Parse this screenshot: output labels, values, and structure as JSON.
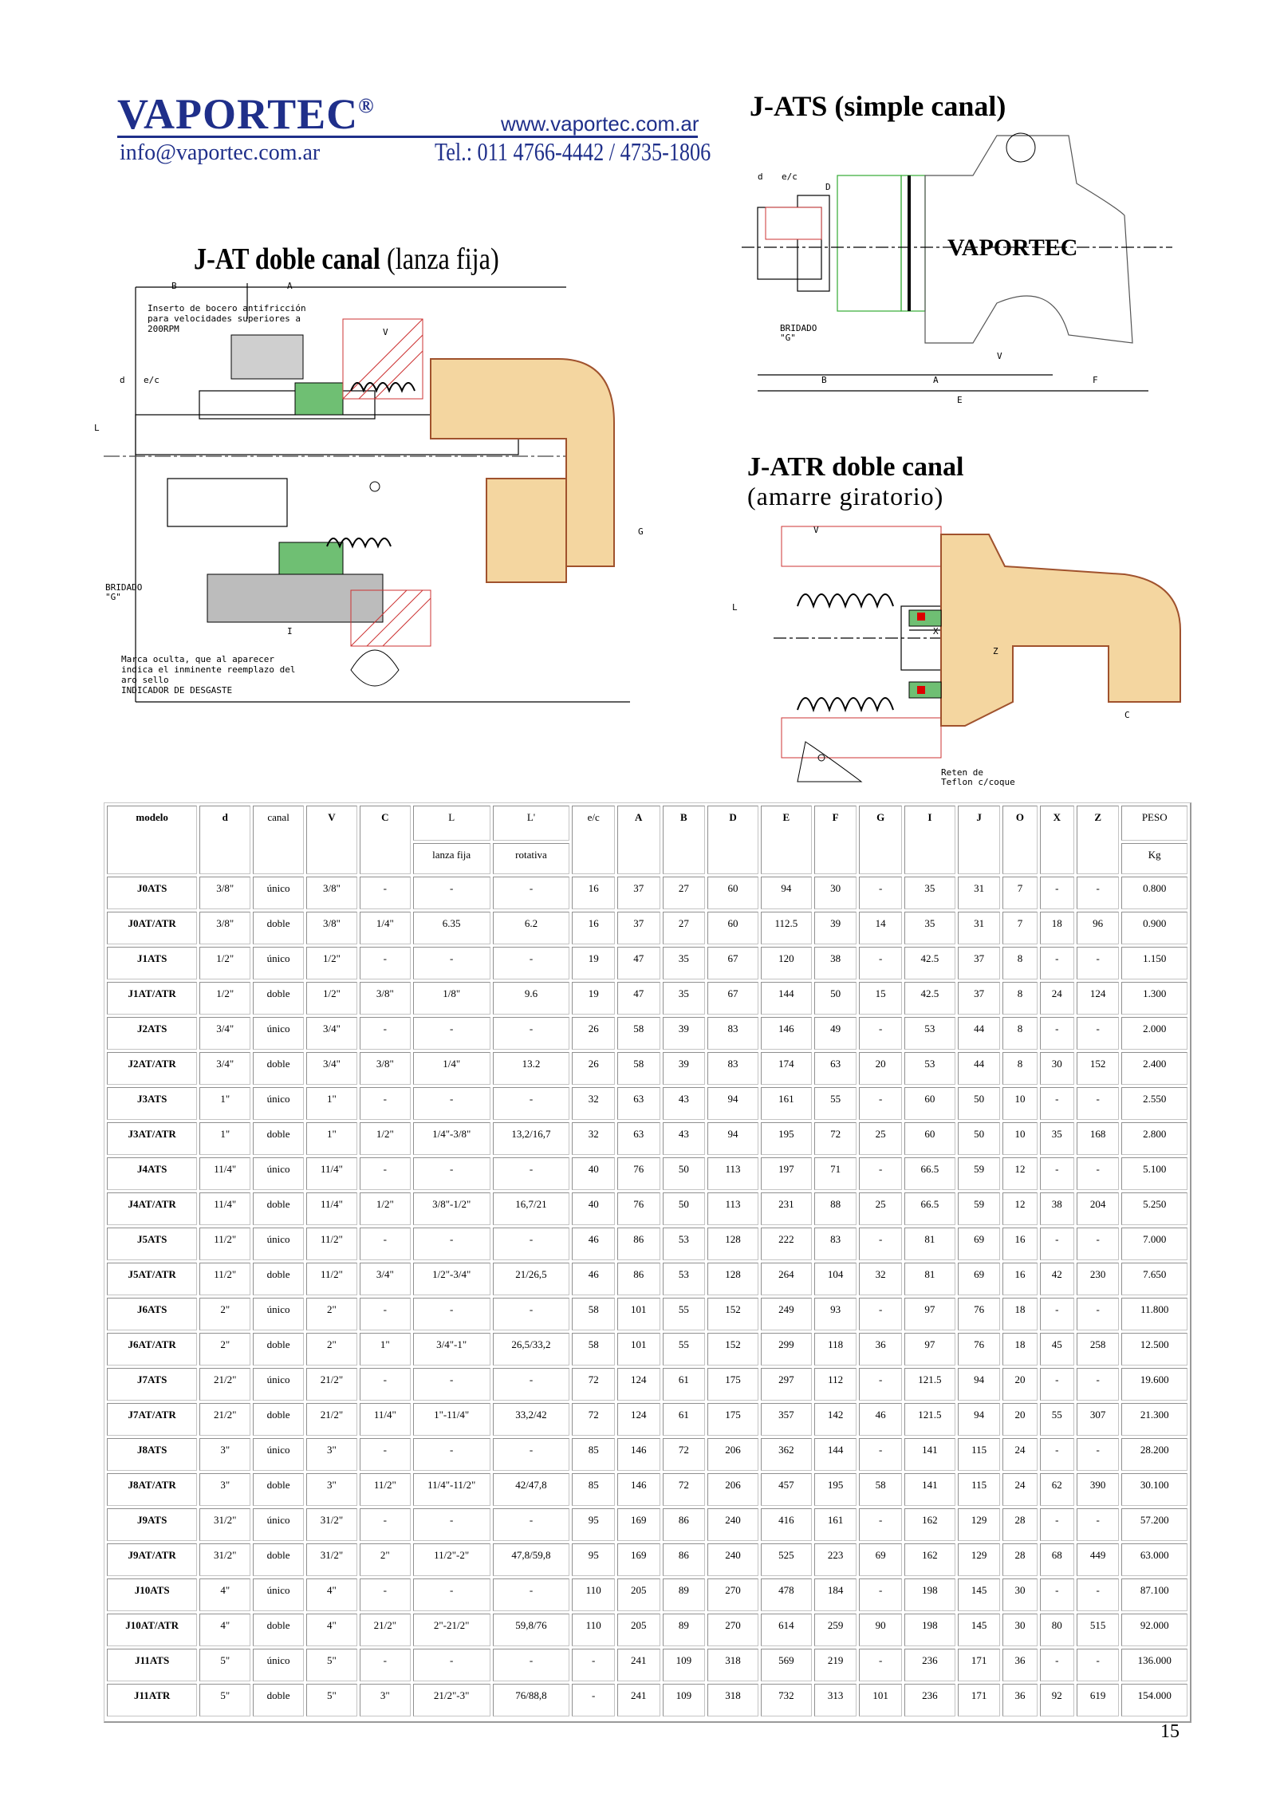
{
  "header": {
    "brand": "VAPORTEC",
    "reg": "®",
    "website": "www.vaportec.com.ar",
    "email": "info@vaportec.com.ar",
    "phone": "Tel.: 011 4766-4442 / 4735-1806"
  },
  "titles": {
    "ats": "J-ATS (simple canal)",
    "at_bold": "J-AT doble canal",
    "at_rest": " (lanza fija)",
    "atr_line1": "J-ATR doble canal",
    "atr_line2": "(amarre giratorio)"
  },
  "drawing_labels": {
    "at_note1": "Inserto de bocero antifricción",
    "at_note2": "para velocidades superiores a",
    "at_note3": "200RPM",
    "at_bridado1": "BRIDADO",
    "at_bridado2": "\"G\"",
    "at_note4": "Marca oculta, que al aparecer",
    "at_note5": "indica el inminente reemplazo del",
    "at_note6": "aro sello",
    "at_note7": "INDICADOR DE DESGASTE",
    "ats_vaportec": "VAPORTEC",
    "ats_bridado1": "BRIDADO",
    "ats_bridado2": "\"G\"",
    "atr_reten1": "Reten de",
    "atr_reten2": "Teflon c/coque",
    "letters": {
      "A": "A",
      "B": "B",
      "C": "C",
      "D": "D",
      "E": "E",
      "F": "F",
      "G": "G",
      "I": "I",
      "L": "L",
      "V": "V",
      "X": "X",
      "Z": "Z",
      "d": "d",
      "ec": "e/c"
    }
  },
  "table": {
    "header_row1": [
      "modelo",
      "d",
      "canal",
      "V",
      "C",
      "L",
      "L'",
      "e/c",
      "A",
      "B",
      "D",
      "E",
      "F",
      "G",
      "I",
      "J",
      "O",
      "X",
      "Z",
      "PESO"
    ],
    "header_row2": [
      "lanza fija",
      "rotativa",
      "Kg"
    ],
    "rows": [
      [
        "J0ATS",
        "3/8\"",
        "único",
        "3/8\"",
        "-",
        "-",
        "-",
        "16",
        "37",
        "27",
        "60",
        "94",
        "30",
        "-",
        "35",
        "31",
        "7",
        "-",
        "-",
        "0.800"
      ],
      [
        "J0AT/ATR",
        "3/8\"",
        "doble",
        "3/8\"",
        "1/4\"",
        "6.35",
        "6.2",
        "16",
        "37",
        "27",
        "60",
        "112.5",
        "39",
        "14",
        "35",
        "31",
        "7",
        "18",
        "96",
        "0.900"
      ],
      [
        "J1ATS",
        "1/2\"",
        "único",
        "1/2\"",
        "-",
        "-",
        "-",
        "19",
        "47",
        "35",
        "67",
        "120",
        "38",
        "-",
        "42.5",
        "37",
        "8",
        "-",
        "-",
        "1.150"
      ],
      [
        "J1AT/ATR",
        "1/2\"",
        "doble",
        "1/2\"",
        "3/8\"",
        "1/8\"",
        "9.6",
        "19",
        "47",
        "35",
        "67",
        "144",
        "50",
        "15",
        "42.5",
        "37",
        "8",
        "24",
        "124",
        "1.300"
      ],
      [
        "J2ATS",
        "3/4\"",
        "único",
        "3/4\"",
        "-",
        "-",
        "-",
        "26",
        "58",
        "39",
        "83",
        "146",
        "49",
        "-",
        "53",
        "44",
        "8",
        "-",
        "-",
        "2.000"
      ],
      [
        "J2AT/ATR",
        "3/4\"",
        "doble",
        "3/4\"",
        "3/8\"",
        "1/4\"",
        "13.2",
        "26",
        "58",
        "39",
        "83",
        "174",
        "63",
        "20",
        "53",
        "44",
        "8",
        "30",
        "152",
        "2.400"
      ],
      [
        "J3ATS",
        "1\"",
        "único",
        "1\"",
        "-",
        "-",
        "-",
        "32",
        "63",
        "43",
        "94",
        "161",
        "55",
        "-",
        "60",
        "50",
        "10",
        "-",
        "-",
        "2.550"
      ],
      [
        "J3AT/ATR",
        "1\"",
        "doble",
        "1\"",
        "1/2\"",
        "1/4\"-3/8\"",
        "13,2/16,7",
        "32",
        "63",
        "43",
        "94",
        "195",
        "72",
        "25",
        "60",
        "50",
        "10",
        "35",
        "168",
        "2.800"
      ],
      [
        "J4ATS",
        "11/4\"",
        "único",
        "11/4\"",
        "-",
        "-",
        "-",
        "40",
        "76",
        "50",
        "113",
        "197",
        "71",
        "-",
        "66.5",
        "59",
        "12",
        "-",
        "-",
        "5.100"
      ],
      [
        "J4AT/ATR",
        "11/4\"",
        "doble",
        "11/4\"",
        "1/2\"",
        "3/8\"-1/2\"",
        "16,7/21",
        "40",
        "76",
        "50",
        "113",
        "231",
        "88",
        "25",
        "66.5",
        "59",
        "12",
        "38",
        "204",
        "5.250"
      ],
      [
        "J5ATS",
        "11/2\"",
        "único",
        "11/2\"",
        "-",
        "-",
        "-",
        "46",
        "86",
        "53",
        "128",
        "222",
        "83",
        "-",
        "81",
        "69",
        "16",
        "-",
        "-",
        "7.000"
      ],
      [
        "J5AT/ATR",
        "11/2\"",
        "doble",
        "11/2\"",
        "3/4\"",
        "1/2\"-3/4\"",
        "21/26,5",
        "46",
        "86",
        "53",
        "128",
        "264",
        "104",
        "32",
        "81",
        "69",
        "16",
        "42",
        "230",
        "7.650"
      ],
      [
        "J6ATS",
        "2\"",
        "único",
        "2\"",
        "-",
        "-",
        "-",
        "58",
        "101",
        "55",
        "152",
        "249",
        "93",
        "-",
        "97",
        "76",
        "18",
        "-",
        "-",
        "11.800"
      ],
      [
        "J6AT/ATR",
        "2\"",
        "doble",
        "2\"",
        "1\"",
        "3/4\"-1\"",
        "26,5/33,2",
        "58",
        "101",
        "55",
        "152",
        "299",
        "118",
        "36",
        "97",
        "76",
        "18",
        "45",
        "258",
        "12.500"
      ],
      [
        "J7ATS",
        "21/2\"",
        "único",
        "21/2\"",
        "-",
        "-",
        "-",
        "72",
        "124",
        "61",
        "175",
        "297",
        "112",
        "-",
        "121.5",
        "94",
        "20",
        "-",
        "-",
        "19.600"
      ],
      [
        "J7AT/ATR",
        "21/2\"",
        "doble",
        "21/2\"",
        "11/4\"",
        "1\"-11/4\"",
        "33,2/42",
        "72",
        "124",
        "61",
        "175",
        "357",
        "142",
        "46",
        "121.5",
        "94",
        "20",
        "55",
        "307",
        "21.300"
      ],
      [
        "J8ATS",
        "3\"",
        "único",
        "3\"",
        "-",
        "-",
        "-",
        "85",
        "146",
        "72",
        "206",
        "362",
        "144",
        "-",
        "141",
        "115",
        "24",
        "-",
        "-",
        "28.200"
      ],
      [
        "J8AT/ATR",
        "3\"",
        "doble",
        "3\"",
        "11/2\"",
        "11/4\"-11/2\"",
        "42/47,8",
        "85",
        "146",
        "72",
        "206",
        "457",
        "195",
        "58",
        "141",
        "115",
        "24",
        "62",
        "390",
        "30.100"
      ],
      [
        "J9ATS",
        "31/2\"",
        "único",
        "31/2\"",
        "-",
        "-",
        "-",
        "95",
        "169",
        "86",
        "240",
        "416",
        "161",
        "-",
        "162",
        "129",
        "28",
        "-",
        "-",
        "57.200"
      ],
      [
        "J9AT/ATR",
        "31/2\"",
        "doble",
        "31/2\"",
        "2\"",
        "11/2\"-2\"",
        "47,8/59,8",
        "95",
        "169",
        "86",
        "240",
        "525",
        "223",
        "69",
        "162",
        "129",
        "28",
        "68",
        "449",
        "63.000"
      ],
      [
        "J10ATS",
        "4\"",
        "único",
        "4\"",
        "-",
        "-",
        "-",
        "110",
        "205",
        "89",
        "270",
        "478",
        "184",
        "-",
        "198",
        "145",
        "30",
        "-",
        "-",
        "87.100"
      ],
      [
        "J10AT/ATR",
        "4\"",
        "doble",
        "4\"",
        "21/2\"",
        "2\"-21/2\"",
        "59,8/76",
        "110",
        "205",
        "89",
        "270",
        "614",
        "259",
        "90",
        "198",
        "145",
        "30",
        "80",
        "515",
        "92.000"
      ],
      [
        "J11ATS",
        "5\"",
        "único",
        "5\"",
        "-",
        "-",
        "-",
        "-",
        "241",
        "109",
        "318",
        "569",
        "219",
        "-",
        "236",
        "171",
        "36",
        "-",
        "-",
        "136.000"
      ],
      [
        "J11ATR",
        "5\"",
        "doble",
        "5\"",
        "3\"",
        "21/2\"-3\"",
        "76/88,8",
        "-",
        "241",
        "109",
        "318",
        "732",
        "313",
        "101",
        "236",
        "171",
        "36",
        "92",
        "619",
        "154.000"
      ]
    ]
  },
  "page_number": "15"
}
